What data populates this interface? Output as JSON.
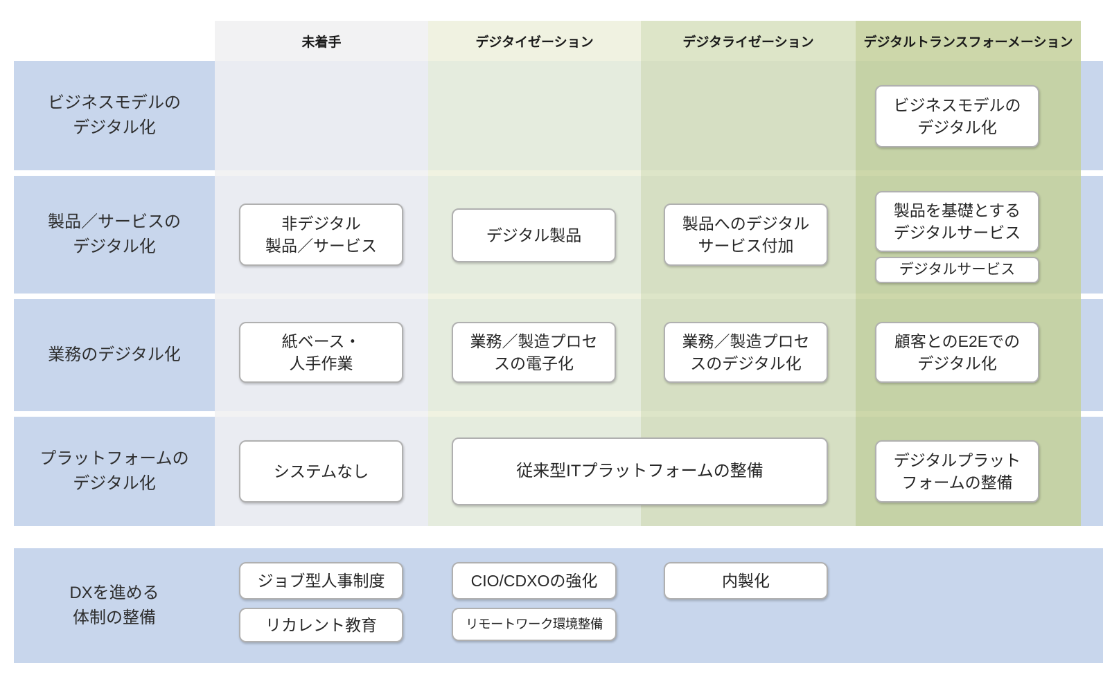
{
  "colors": {
    "row-blue": "#c8d6ec",
    "c1l": "#f2f2f3",
    "c1r": "#eaecf2",
    "c2l": "#f0f2e1",
    "c2r": "#e5ecde",
    "c3l": "#dde5c8",
    "c3r": "#d6dfc3",
    "c4l": "#cdd7aa",
    "c4r": "#c5d2a6",
    "box-border": "#b0b0b0"
  },
  "matrix": {
    "col_headers": [
      "未着手",
      "デジタイゼーション",
      "デジタライゼーション",
      "デジタルトランスフォーメーション"
    ],
    "rows": [
      {
        "label": "ビジネスモデルの\nデジタル化",
        "dx_box": "ビジネスモデルの\nデジタル化"
      },
      {
        "label": "製品／サービスの\nデジタル化",
        "untouched_box": "非デジタル\n製品／サービス",
        "digitization_box": "デジタル製品",
        "digitalization_box": "製品へのデジタル\nサービス付加",
        "dx_box_1": "製品を基礎とする\nデジタルサービス",
        "dx_box_2": "デジタルサービス"
      },
      {
        "label": "業務のデジタル化",
        "untouched_box": "紙ベース・\n人手作業",
        "digitization_box": "業務／製造プロセ\nスの電子化",
        "digitalization_box": "業務／製造プロセ\nスのデジタル化",
        "dx_box": "顧客とのE2Eでの\nデジタル化"
      },
      {
        "label": "プラットフォームの\nデジタル化",
        "untouched_box": "システムなし",
        "span_box": "従来型ITプラットフォームの整備",
        "dx_box": "デジタルプラット\nフォームの整備"
      }
    ],
    "bottom": {
      "label": "DXを進める\n体制の整備",
      "boxes": [
        "ジョブ型人事制度",
        "リカレント教育",
        "CIO/CDXOの強化",
        "リモートワーク環境整備",
        "内製化"
      ]
    }
  }
}
